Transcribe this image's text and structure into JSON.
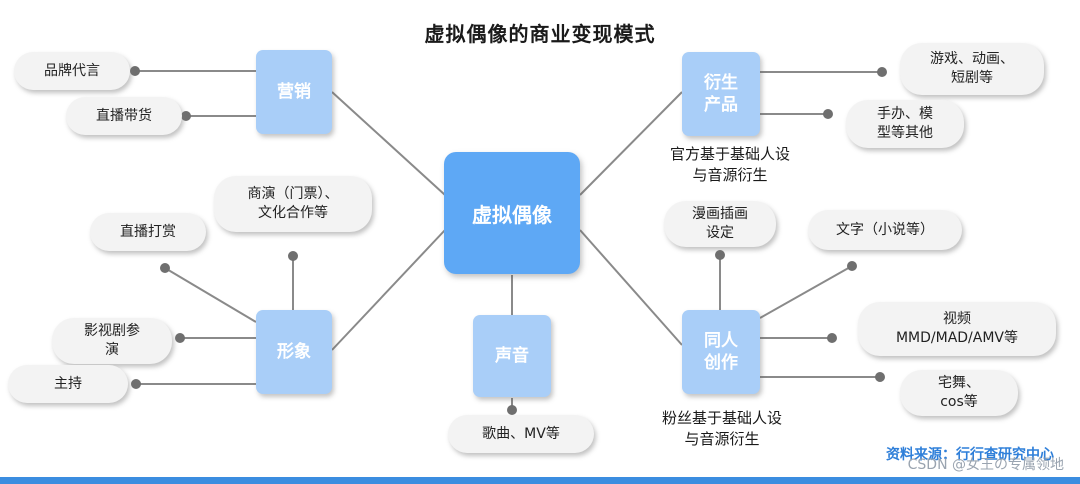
{
  "title": "虚拟偶像的商业变现模式",
  "center": "虚拟偶像",
  "categories": {
    "marketing": "营销",
    "derivative": [
      "衍生",
      "产品"
    ],
    "image": "形象",
    "voice": "声音",
    "fan": [
      "同人",
      "创作"
    ]
  },
  "leaves": {
    "brand": "品牌代言",
    "livesale": "直播带货",
    "perform": [
      "商演（门票）、",
      "文化合作等"
    ],
    "tip": "直播打赏",
    "film": [
      "影视剧参",
      "演"
    ],
    "host": "主持",
    "song": "歌曲、MV等",
    "games": [
      "游戏、动画、",
      "短剧等"
    ],
    "figures": [
      "手办、模",
      "型等其他"
    ],
    "manga": [
      "漫画插画",
      "设定"
    ],
    "novel": "文字（小说等）",
    "video": [
      "视频",
      "MMD/MAD/AMV等"
    ],
    "dance": [
      "宅舞、",
      "cos等"
    ]
  },
  "captions": {
    "official": [
      "官方基于基础人设",
      "与音源衍生"
    ],
    "fan": [
      "粉丝基于基础人设",
      "与音源衍生"
    ]
  },
  "source": "资料来源：行行查研究中心",
  "watermark": "CSDN @女王の专属领地",
  "colors": {
    "hub": "#5ea8f5",
    "category": "#a9cef8",
    "leaf": "#f3f3f3",
    "line": "#8a8a8a",
    "source": "#2f7fd9"
  }
}
